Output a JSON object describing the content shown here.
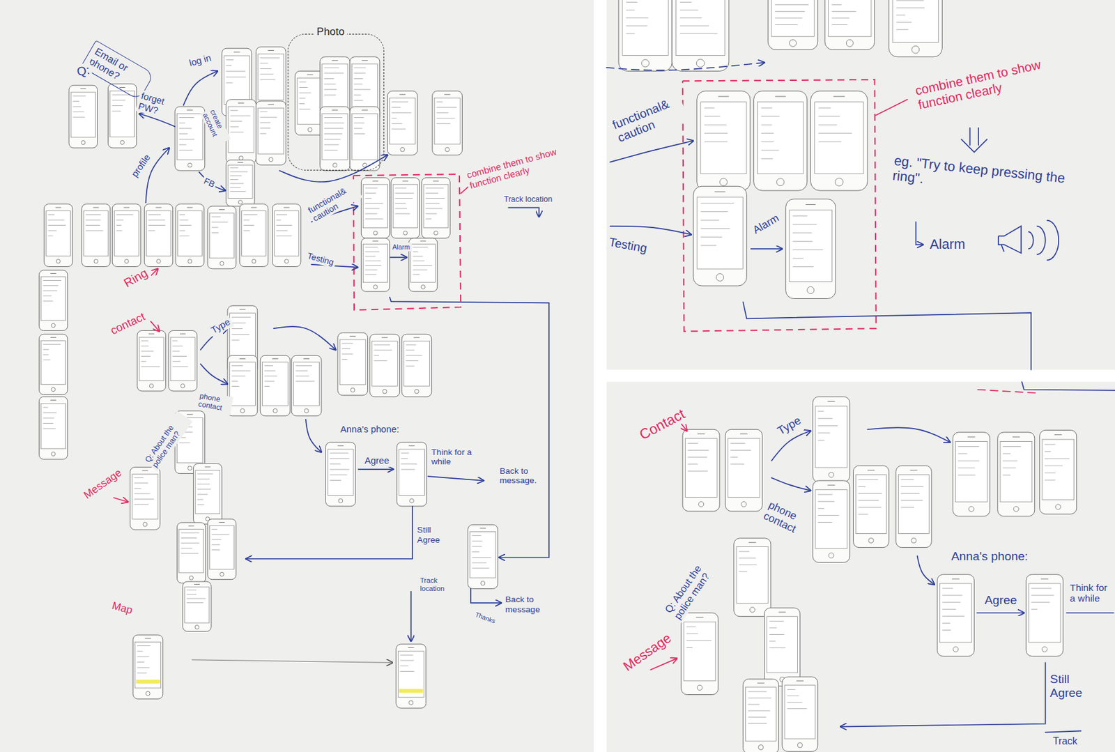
{
  "diagram": {
    "nodes": [
      {
        "text": [
          "Email or phone?"
        ]
      },
      {
        "text": [
          "Photo"
        ]
      }
    ],
    "labels": [
      "Q:",
      "forget PW?",
      "log in",
      "create account",
      "profile",
      "FB",
      "functional& caution",
      "Testing",
      "Alarm",
      "combine them to show function clearly",
      "Track location",
      "Ring",
      "contact",
      "Type",
      "phone contact",
      "Q: About the police man?",
      "Message",
      "Anna's phone:",
      "Agree",
      "Think for a while",
      "Back to message.",
      "Still Agree",
      "Track location",
      "Thanks",
      "Back to message",
      "Map",
      "functional& caution",
      "Testing",
      "Alarm",
      "combine them to show function clearly",
      "eg. \"Try to keep pressing the ring\".",
      "Alarm",
      "Contact",
      "Type",
      "phone contact",
      "Anna's phone:",
      "Agree",
      "Think for a while",
      "Q: About the police man?",
      "Message",
      "Still Agree",
      "Track"
    ]
  }
}
